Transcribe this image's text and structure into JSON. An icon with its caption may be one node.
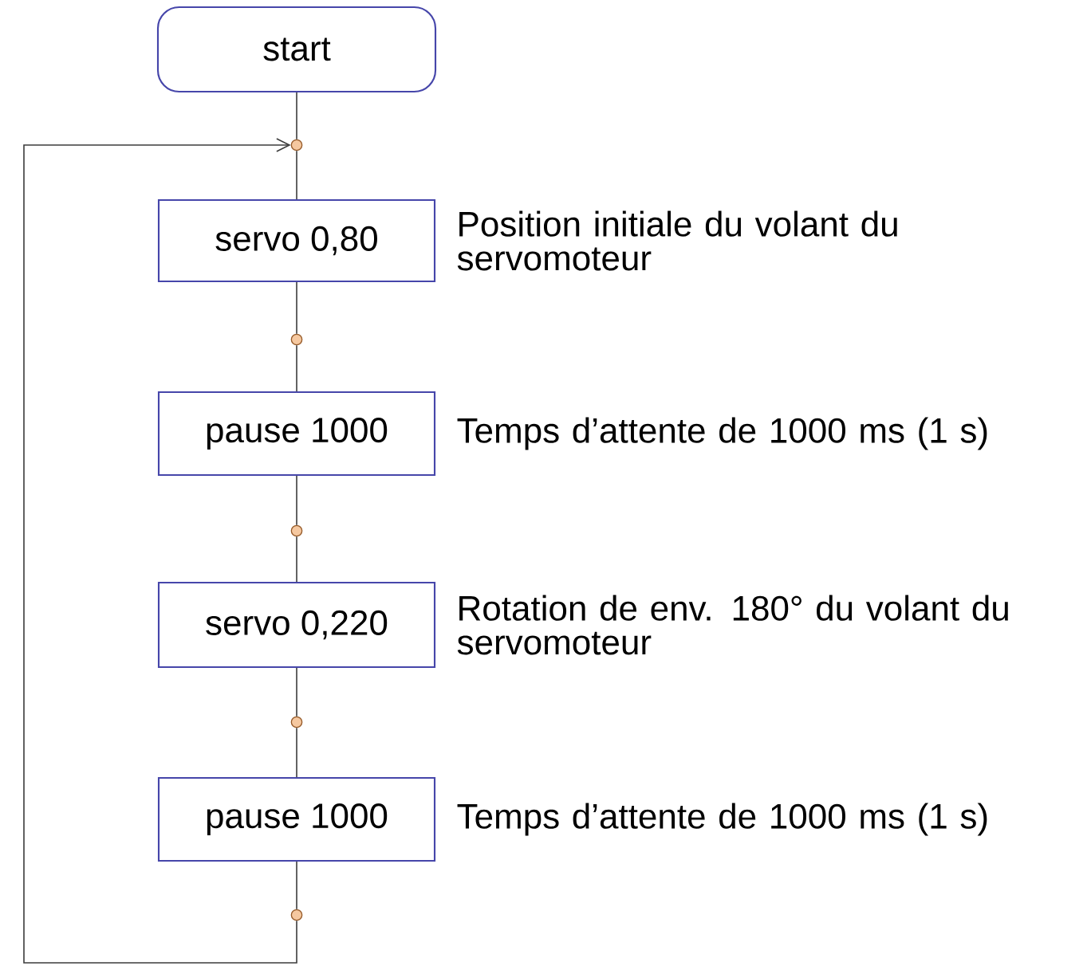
{
  "diagram": {
    "nodes": [
      {
        "text": [
          "start"
        ]
      },
      {
        "text": [],
        "shape": "circle"
      },
      {
        "text": [
          "servo 0,80"
        ],
        "beside": [
          "Position initiale du volant du servomoteur"
        ]
      },
      {
        "text": [],
        "shape": "circle"
      },
      {
        "text": [
          "pause 1000"
        ],
        "beside": [
          "Temps d’attente de 1000 ms (1 s)"
        ]
      },
      {
        "text": [],
        "shape": "circle"
      },
      {
        "text": [
          "servo 0,220"
        ],
        "beside": [
          "Rotation de env. 180° du volant du servomoteur"
        ]
      },
      {
        "text": [],
        "shape": "circle"
      },
      {
        "text": [
          "pause 1000"
        ],
        "beside": [
          "Temps d’attente de 1000 ms (1 s)"
        ]
      },
      {
        "text": [],
        "shape": "circle"
      }
    ],
    "edges": [
      {
        "from": 0,
        "to": 1,
        "arrow": "none"
      },
      {
        "from": 1,
        "to": 2,
        "arrow": "none"
      },
      {
        "from": 2,
        "to": 3,
        "arrow": "none"
      },
      {
        "from": 3,
        "to": 4,
        "arrow": "none"
      },
      {
        "from": 4,
        "to": 5,
        "arrow": "none"
      },
      {
        "from": 5,
        "to": 6,
        "arrow": "none"
      },
      {
        "from": 6,
        "to": 7,
        "arrow": "none"
      },
      {
        "from": 7,
        "to": 8,
        "arrow": "none"
      },
      {
        "from": 8,
        "to": 9,
        "arrow": "none"
      },
      {
        "from": 9,
        "to": 1,
        "arrow": "to"
      }
    ]
  }
}
